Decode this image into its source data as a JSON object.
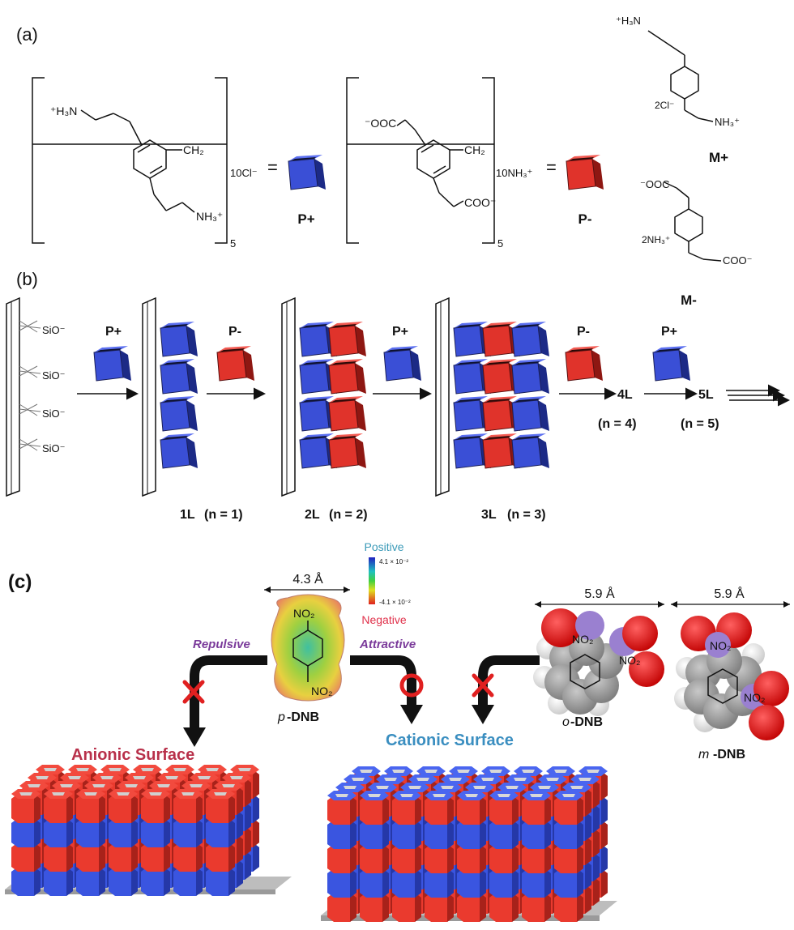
{
  "panel_a": {
    "label": "(a)",
    "pplus": {
      "left_amine": "⁺H₃N",
      "right_amine": "NH₃⁺",
      "ch2": "CH₂",
      "counter_ion": "10Cl⁻",
      "repeat": "5",
      "equals": "=",
      "name": "P+"
    },
    "pminus": {
      "left_carboxylate": "⁻OOC",
      "right_carboxylate": "COO⁻",
      "ch2": "CH₂",
      "counter_ion": "10NH₃⁺",
      "repeat": "5",
      "equals": "=",
      "name": "P-"
    },
    "mplus": {
      "top_amine": "⁺H₃N",
      "counter_ion": "2Cl⁻",
      "bottom_amine": "NH₃⁺",
      "name": "M+"
    },
    "mminus": {
      "top_carboxylate": "⁻OOC",
      "counter_ion": "2NH₃⁺",
      "bottom_carboxylate": "COO⁻",
      "name": "M-"
    }
  },
  "panel_b": {
    "label": "(b)",
    "surface_groups": [
      "SiO⁻",
      "SiO⁻",
      "SiO⁻",
      "SiO⁻"
    ],
    "steps": [
      "P+",
      "P-",
      "P+",
      "P-",
      "P+"
    ],
    "layers": [
      {
        "tag": "1L",
        "n": "(n = 1)"
      },
      {
        "tag": "2L",
        "n": "(n = 2)"
      },
      {
        "tag": "3L",
        "n": "(n = 3)"
      },
      {
        "tag": "4L",
        "n": "(n = 4)"
      },
      {
        "tag": "5L",
        "n": "(n = 5)"
      }
    ]
  },
  "panel_c": {
    "label": "(c)",
    "width_pdnb": "4.3 Å",
    "width_odnb": "5.9 Å",
    "width_mdnb": "5.9 Å",
    "scale_top": "Positive",
    "scale_top_value": "4.1 × 10⁻²",
    "scale_bottom_value": "-4.1 × 10⁻²",
    "scale_bottom": "Negative",
    "repulsive": "Repulsive",
    "attractive": "Attractive",
    "no2": "NO₂",
    "pdnb_prefix": "p",
    "odnb_prefix": "o",
    "mdnb_prefix": "m",
    "dnb": "-DNB",
    "anionic": "Anionic Surface",
    "cationic": "Cationic Surface",
    "colors": {
      "cationic_cube": "#3a4fd6",
      "anionic_cube": "#e0332b",
      "anionic_text": "#b8304a",
      "cationic_text": "#3a8ec0",
      "label_purple": "#7a3a9a",
      "mark_red": "#e02020"
    }
  }
}
